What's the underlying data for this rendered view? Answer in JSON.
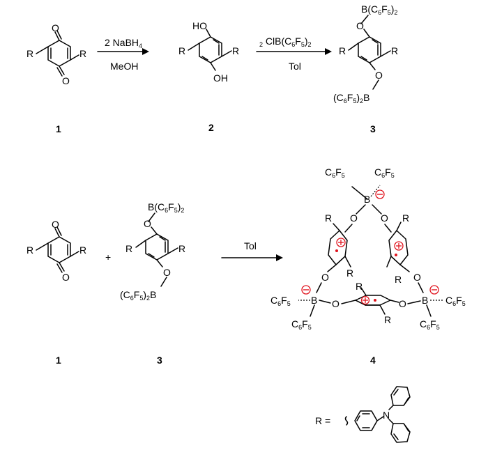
{
  "compounds": {
    "c1": "1",
    "c2": "2",
    "c3": "3",
    "c1b": "1",
    "c3b": "3",
    "c4": "4"
  },
  "conditions": {
    "step1_reagent_prefix": "2 NaBH",
    "step1_reagent_sub": "4",
    "step1_solvent": "MeOH",
    "step2_reagent": "2 ClB(C6F5)2",
    "step2_solvent": "Tol",
    "step3_solvent": "Tol",
    "plus": "+"
  },
  "atoms": {
    "R": "R",
    "O": "O",
    "HO": "HO",
    "OH": "OH",
    "B": "B",
    "N": "N",
    "boryl_top": "B(C6F5)2",
    "boryl_bottom": "(C6F5)2B",
    "C6F5": "C6F5",
    "r_definition": "R ="
  },
  "colors": {
    "charge": "#e0141e",
    "ink": "#000000"
  }
}
